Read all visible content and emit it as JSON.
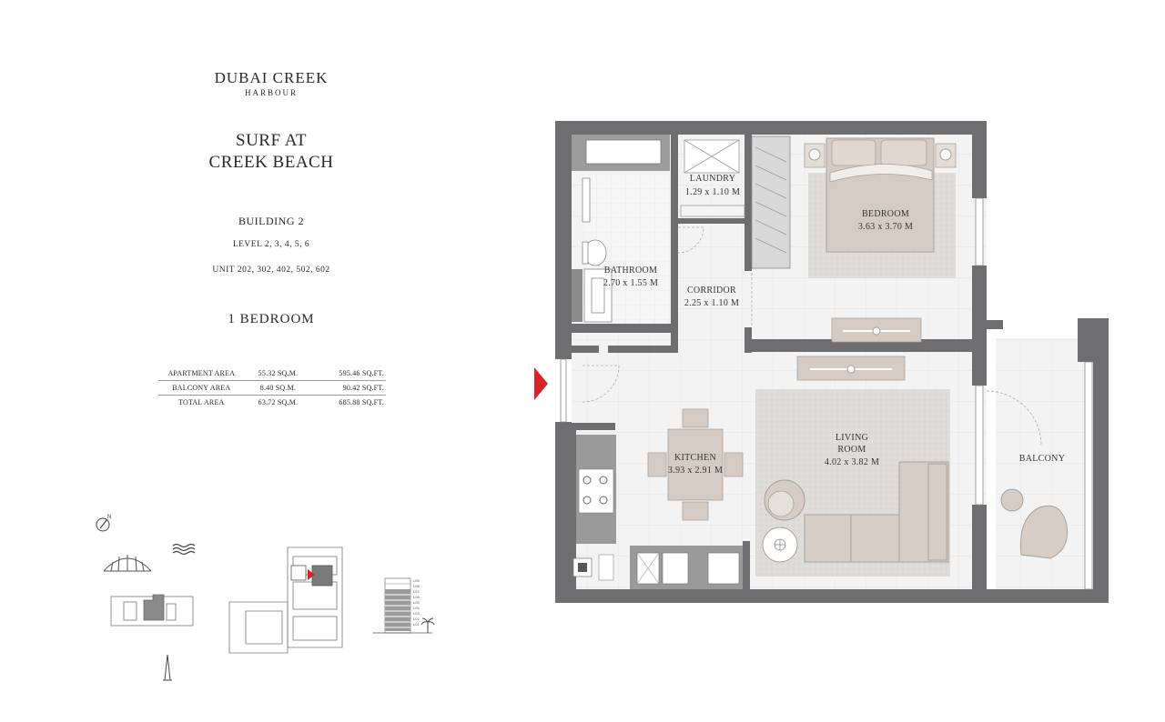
{
  "brand": {
    "name": "DUBAI CREEK",
    "sub": "HARBOUR"
  },
  "project": {
    "line1": "SURF AT",
    "line2": "CREEK BEACH"
  },
  "building": "BUILDING 2",
  "levels": "LEVEL 2, 3, 4, 5, 6",
  "units": "UNIT 202, 302, 402, 502, 602",
  "bedroom_type": "1 BEDROOM",
  "areas": [
    {
      "label": "APARTMENT AREA",
      "sqm": "55.32 SQ.M.",
      "sqft": "595.46 SQ.FT."
    },
    {
      "label": "BALCONY AREA",
      "sqm": "8.40 SQ.M.",
      "sqft": "90.42 SQ.FT."
    },
    {
      "label": "TOTAL AREA",
      "sqm": "63.72 SQ.M.",
      "sqft": "685.88 SQ.FT."
    }
  ],
  "rooms": {
    "laundry": {
      "name": "LAUNDRY",
      "dims": "1.29 x 1.10 M"
    },
    "bedroom": {
      "name": "BEDROOM",
      "dims": "3.63 x 3.70 M"
    },
    "bathroom": {
      "name": "BATHROOM",
      "dims": "2.70 x 1.55 M"
    },
    "corridor": {
      "name": "CORRIDOR",
      "dims": "2.25 x 1.10 M"
    },
    "kitchen": {
      "name": "KITCHEN",
      "dims": "3.93 x 2.91 M"
    },
    "living": {
      "name1": "LIVING",
      "name2": "ROOM",
      "dims": "4.02 x 3.82 M"
    },
    "balcony": {
      "name": "BALCONY"
    }
  },
  "level_labels": [
    "L09",
    "L08",
    "L07",
    "L06",
    "L05",
    "L04",
    "L03",
    "L02",
    "L01"
  ],
  "icons": {
    "entrance": "entrance-arrow-icon",
    "compass": "north-compass-icon",
    "bridge": "bridge-icon",
    "waves": "water-waves-icon",
    "tower": "tower-icon",
    "palm": "palm-tree-icon"
  },
  "colors": {
    "wall": "#6e6e70",
    "floor": "#f2f2f2",
    "rug": "#dcdad6",
    "furniture": "#d3cbc3",
    "entrance": "#d6242a"
  }
}
